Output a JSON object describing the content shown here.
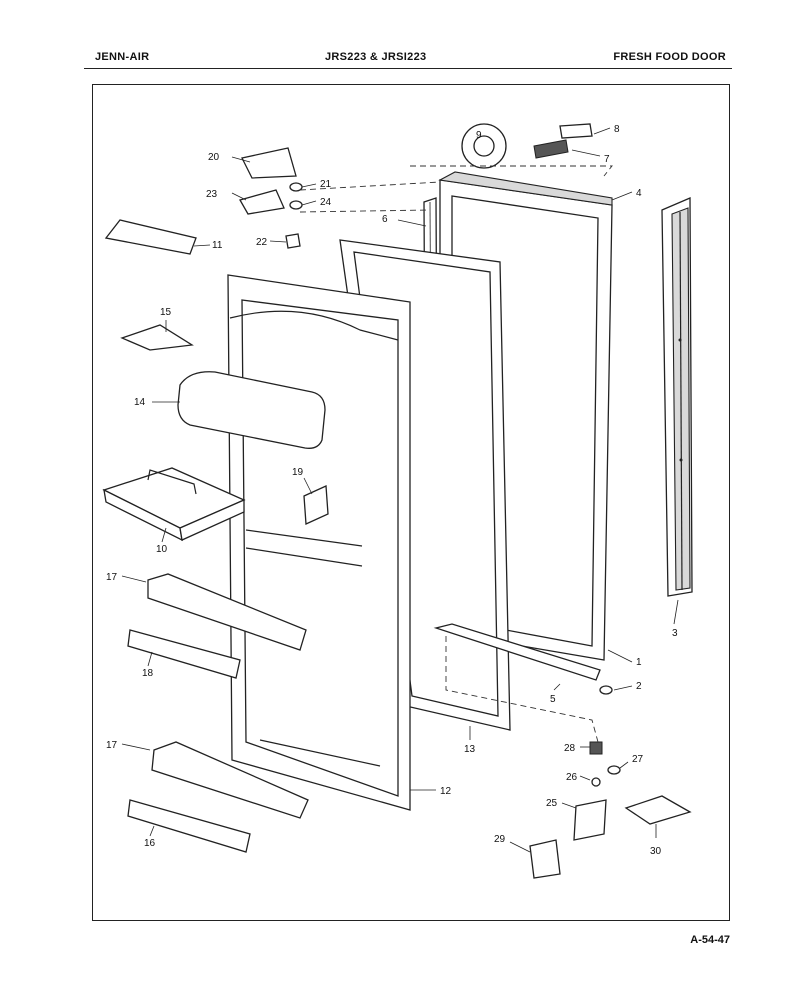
{
  "header": {
    "brand": "JENN-AIR",
    "models": "JRS223 & JRSI223",
    "section": "FRESH FOOD DOOR"
  },
  "footer": {
    "page_code": "A-54-47"
  },
  "callouts": {
    "p1": "1",
    "p2": "2",
    "p3": "3",
    "p4": "4",
    "p5": "5",
    "p6": "6",
    "p7": "7",
    "p8": "8",
    "p9": "9",
    "p10": "10",
    "p11": "11",
    "p12": "12",
    "p13": "13",
    "p14": "14",
    "p15": "15",
    "p16": "16",
    "p17a": "17",
    "p17b": "17",
    "p18": "18",
    "p19": "19",
    "p20": "20",
    "p21": "21",
    "p22": "22",
    "p23": "23",
    "p24": "24",
    "p25": "25",
    "p26": "26",
    "p27": "27",
    "p28": "28",
    "p29": "29",
    "p30": "30"
  }
}
